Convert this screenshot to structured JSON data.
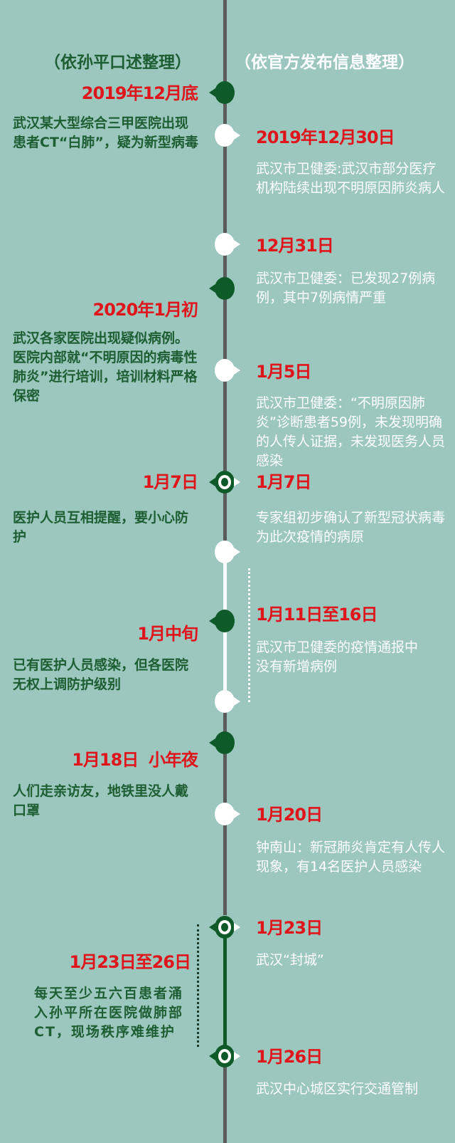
{
  "colors": {
    "background": "#9cc7bf",
    "timeline_gray": "#5b5b5b",
    "timeline_white": "#ffffff",
    "timeline_green": "#0e5a28",
    "date_red": "#e0141b",
    "left_text_green": "#1d5e32",
    "right_text_white": "#ffffff"
  },
  "headers": {
    "left": "（依孙平口述整理）",
    "right": "（依官方发布信息整理）"
  },
  "left_events": [
    {
      "date": "2019年12月底",
      "text": "武汉某大型综合三甲医院出现患者CT“白肺”，疑为新型病毒"
    },
    {
      "date": "2020年1月初",
      "text": "武汉各家医院出现疑似病例。医院内部就“不明原因的病毒性肺炎”进行培训，培训材料严格保密"
    },
    {
      "date": "1月7日",
      "text": "医护人员互相提醒，要小心防护"
    },
    {
      "date": "1月中旬",
      "text": "已有医护人员感染，但各医院无权上调防护级别"
    },
    {
      "date": "1月18日  小年夜",
      "text": "人们走亲访友，地铁里没人戴口罩"
    },
    {
      "date": "1月23日至26日",
      "text": "每天至少五六百患者涌入孙平所在医院做肺部CT，现场秩序难维护"
    }
  ],
  "right_events": [
    {
      "date": "2019年12月30日",
      "text": "武汉市卫健委:武汉市部分医疗机构陆续出现不明原因肺炎病人"
    },
    {
      "date": "12月31日",
      "text": "武汉市卫健委：已发现27例病例，其中7例病情严重"
    },
    {
      "date": "1月5日",
      "text": "武汉市卫健委：“不明原因肺炎”诊断患者59例，未发现明确的人传人证据，未发现医务人员感染"
    },
    {
      "date": "1月7日",
      "text": "专家组初步确认了新型冠状病毒为此次疫情的病原"
    },
    {
      "date": "1月11日至16日",
      "text": "武汉市卫健委的疫情通报中没有新增病例"
    },
    {
      "date": "1月20日",
      "text": "钟南山：新冠肺炎肯定有人传人现象，有14名医护人员感染"
    },
    {
      "date": "1月23日",
      "text": "武汉“封城”"
    },
    {
      "date": "1月26日",
      "text": "武汉中心城区实行交通管制"
    }
  ]
}
